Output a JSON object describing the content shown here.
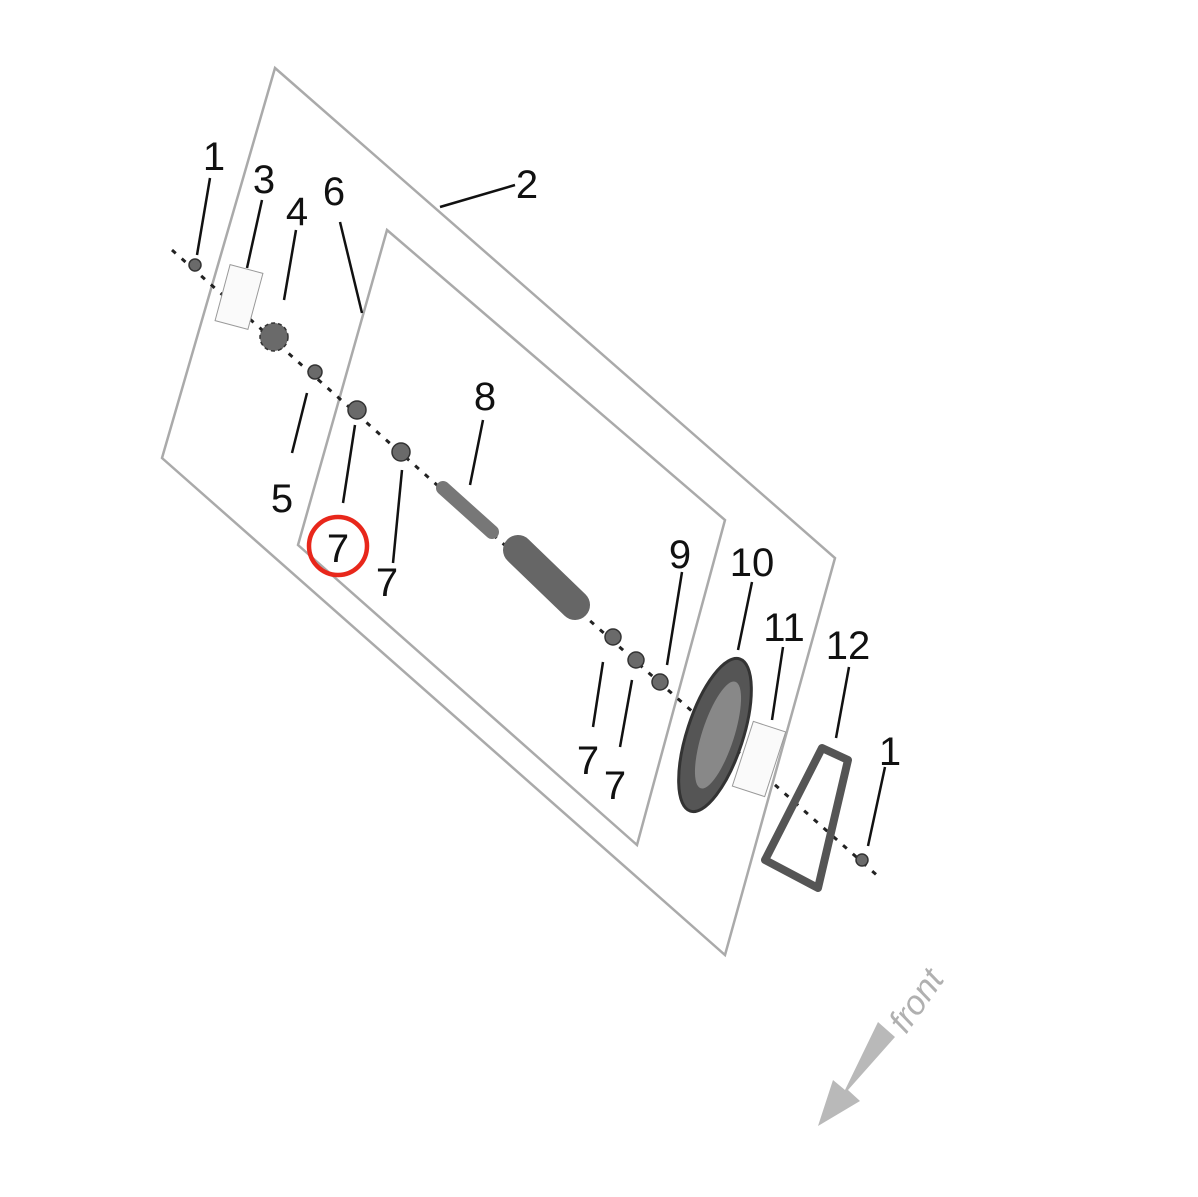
{
  "diagram": {
    "callouts": [
      {
        "id": "callout-1-left",
        "text": "1"
      },
      {
        "id": "callout-3",
        "text": "3"
      },
      {
        "id": "callout-4",
        "text": "4"
      },
      {
        "id": "callout-6",
        "text": "6"
      },
      {
        "id": "callout-2",
        "text": "2"
      },
      {
        "id": "callout-8",
        "text": "8"
      },
      {
        "id": "callout-5",
        "text": "5"
      },
      {
        "id": "callout-7-highlighted",
        "text": "7"
      },
      {
        "id": "callout-7-b",
        "text": "7"
      },
      {
        "id": "callout-9",
        "text": "9"
      },
      {
        "id": "callout-10",
        "text": "10"
      },
      {
        "id": "callout-11",
        "text": "11"
      },
      {
        "id": "callout-12",
        "text": "12"
      },
      {
        "id": "callout-1-right",
        "text": "1"
      },
      {
        "id": "callout-7-c",
        "text": "7"
      },
      {
        "id": "callout-7-d",
        "text": "7"
      }
    ],
    "highlight_color": "#e8271b",
    "direction_label": "front",
    "arrow_color": "#b9b9b9"
  }
}
